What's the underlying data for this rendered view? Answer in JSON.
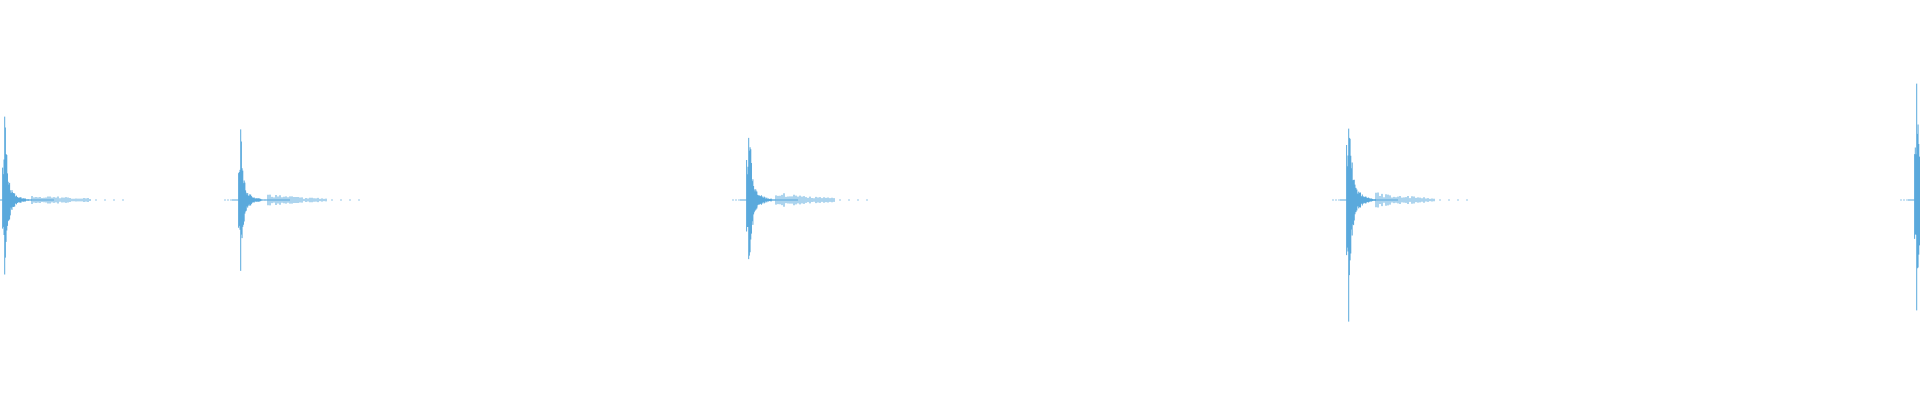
{
  "waveform": {
    "color": "#5aa9dc",
    "background": "#ffffff",
    "events": [
      {
        "peak_up": 0.59,
        "peak_down": 0.59,
        "tail": 0.03
      },
      {
        "peak_up": 0.46,
        "peak_down": 0.46,
        "tail": 0.03
      },
      {
        "peak_up": 0.64,
        "peak_down": 0.65,
        "tail": 0.04
      },
      {
        "peak_up": 0.79,
        "peak_down": 0.79,
        "tail": 0.04
      },
      {
        "peak_up": 0.76,
        "peak_down": 0.78,
        "tail": 0.02
      }
    ]
  }
}
